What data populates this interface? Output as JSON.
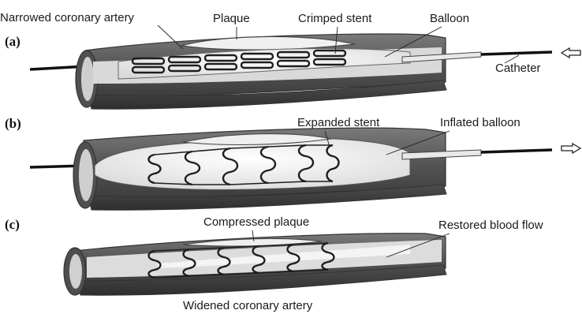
{
  "panels": {
    "a": {
      "tag": "(a)",
      "labels": {
        "artery": "Narrowed coronary artery",
        "plaque": "Plaque",
        "stent": "Crimped stent",
        "balloon": "Balloon",
        "catheter": "Catheter"
      }
    },
    "b": {
      "tag": "(b)",
      "labels": {
        "stent": "Expanded stent",
        "balloon": "Inflated balloon"
      }
    },
    "c": {
      "tag": "(c)",
      "labels": {
        "plaque": "Compressed plaque",
        "flow": "Restored blood flow",
        "artery": "Widened coronary artery"
      }
    }
  },
  "colors": {
    "artery_wall": "#5e5e5e",
    "artery_wall_dark": "#3a3a3a",
    "lumen": "#d7d7d7",
    "balloon": "#f4f4f4",
    "plaque": "#eeeeee",
    "stent": "#1e1e1e",
    "catheter": "#111111"
  },
  "icons": {
    "push_arrow": "arrow-left-outline-icon",
    "pull_arrow": "arrow-right-outline-icon"
  }
}
